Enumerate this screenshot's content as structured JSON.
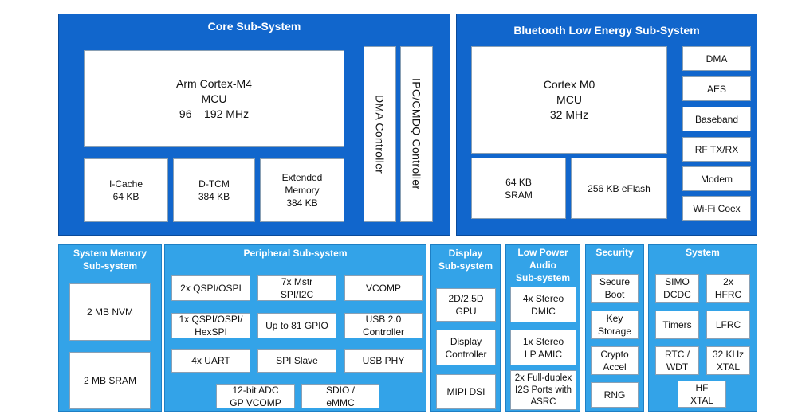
{
  "core": {
    "title": "Core Sub-System",
    "mcu": "Arm Cortex-M4\nMCU\n96 – 192 MHz",
    "icache": "I-Cache\n64 KB",
    "dtcm": "D-TCM\n384 KB",
    "extmem": "Extended\nMemory\n384 KB",
    "dma": "DMA Controller",
    "ipc": "IPC/CMDQ Controller"
  },
  "ble": {
    "title": "Bluetooth Low Energy Sub-System",
    "mcu": "Cortex M0\nMCU\n32 MHz",
    "sram": "64 KB\nSRAM",
    "eflash": "256 KB eFlash",
    "side": [
      "DMA",
      "AES",
      "Baseband",
      "RF TX/RX",
      "Modem",
      "Wi-Fi Coex"
    ]
  },
  "sysmem": {
    "title": "System Memory\nSub-system",
    "items": [
      "2 MB NVM",
      "2 MB SRAM"
    ]
  },
  "periph": {
    "title": "Peripheral Sub-system",
    "items": [
      "2x QSPI/OSPI",
      "7x Mstr\nSPI/I2C",
      "VCOMP",
      "1x QSPI/OSPI/\nHexSPI",
      "Up to 81 GPIO",
      "USB 2.0\nController",
      "4x UART",
      "SPI Slave",
      "USB PHY",
      "12-bit ADC\nGP VCOMP",
      "SDIO /\neMMC"
    ]
  },
  "display": {
    "title": "Display\nSub-system",
    "items": [
      "2D/2.5D\nGPU",
      "Display\nController",
      "MIPI DSI"
    ]
  },
  "audio": {
    "title": "Low Power\nAudio\nSub-system",
    "items": [
      "4x Stereo\nDMIC",
      "1x Stereo\nLP AMIC",
      "2x Full-duplex\nI2S Ports with\nASRC"
    ]
  },
  "security": {
    "title": "Security",
    "items": [
      "Secure\nBoot",
      "Key\nStorage",
      "Crypto\nAccel",
      "RNG"
    ]
  },
  "system": {
    "title": "System",
    "items": [
      "SIMO\nDCDC",
      "2x\nHFRC",
      "Timers",
      "LFRC",
      "RTC /\nWDT",
      "32 KHz\nXTAL",
      "HF\nXTAL"
    ]
  }
}
